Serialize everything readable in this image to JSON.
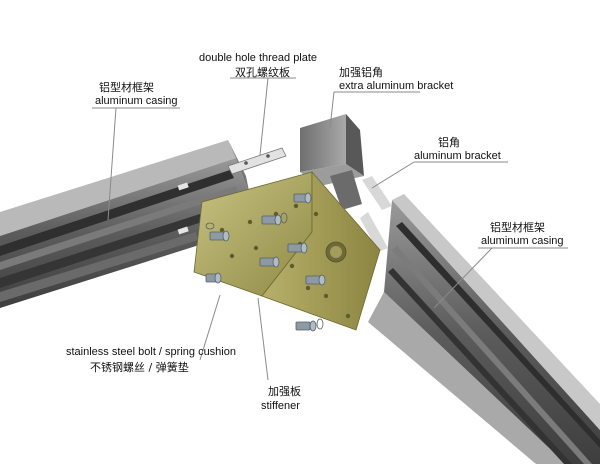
{
  "labels": {
    "casing_left": {
      "cn": "铝型材框架",
      "en": "aluminum casing"
    },
    "thread_plate": {
      "en": "double hole thread plate",
      "cn": "双孔螺纹板"
    },
    "extra_bracket": {
      "cn": "加强铝角",
      "en": "extra aluminum bracket"
    },
    "bracket": {
      "cn": "铝角",
      "en": "aluminum bracket"
    },
    "casing_right": {
      "cn": "铝型材框架",
      "en": "aluminum casing"
    },
    "bolt": {
      "en": "stainless steel bolt / spring cushion",
      "cn": "不锈钢螺丝 / 弹簧垫"
    },
    "stiffener": {
      "cn": "加强板",
      "en": "stiffener"
    }
  },
  "colors": {
    "profile_dark": "#4e4e4e",
    "profile_mid": "#8a8a8a",
    "profile_light": "#c9c9c9",
    "plate": "#a7a15a",
    "plate_light": "#c8c27e",
    "bolt": "#8d99a3"
  }
}
